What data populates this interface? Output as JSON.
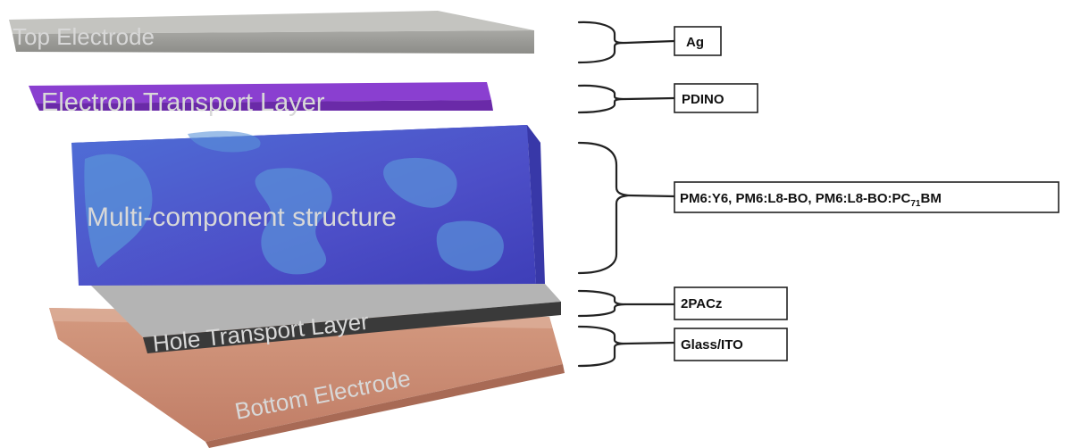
{
  "layers": {
    "top_electrode": {
      "label": "Top Electrode"
    },
    "etl": {
      "label": "Electron Transport Layer"
    },
    "active": {
      "label": "Multi-component structure"
    },
    "htl": {
      "label": "Hole Transport Layer"
    },
    "bottom_electrode": {
      "label": "Bottom Electrode"
    }
  },
  "materials": {
    "ag": "Ag",
    "pdino": "PDINO",
    "blend": {
      "pre": "PM6:Y6, PM6:L8-BO, PM6:L8-BO:PC",
      "sub": "71",
      "post": "BM"
    },
    "twopacz": "2PACz",
    "glass_ito": "Glass/ITO"
  },
  "colors": {
    "top_electrode": "#9a9a96",
    "etl": "#8a3fd0",
    "active": "#4a55c8",
    "htl": "#3a3a3a",
    "bottom_electrode": "#c98a70"
  }
}
